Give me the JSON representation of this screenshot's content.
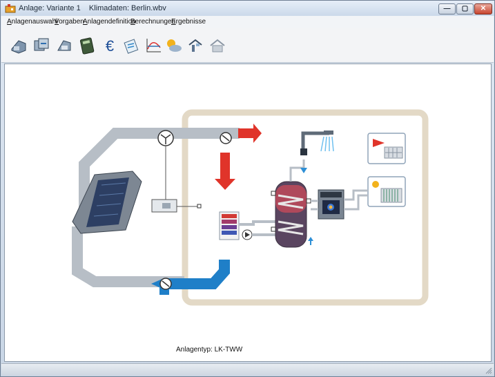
{
  "window": {
    "title": "Anlage: Variante 1    Klimadaten: Berlin.wbv",
    "min_label": "—",
    "max_label": "▢",
    "close_label": "✕"
  },
  "menu": {
    "items": [
      {
        "underline": "A",
        "rest": "nlagenauswahl"
      },
      {
        "underline": "V",
        "rest": "orgaben"
      },
      {
        "underline": "A",
        "rest": "nlagendefinition"
      },
      {
        "underline": "B",
        "rest": "erechnungen"
      },
      {
        "underline": "E",
        "rest": "rgebnisse"
      }
    ]
  },
  "toolbar": {
    "buttons": [
      {
        "icon": "open-plant-icon"
      },
      {
        "icon": "copy-variant-icon"
      },
      {
        "icon": "save-plant-icon"
      },
      {
        "icon": "calculator-icon"
      },
      {
        "icon": "euro-icon"
      },
      {
        "icon": "note-icon"
      },
      {
        "icon": "chart-icon"
      },
      {
        "icon": "weather-icon"
      },
      {
        "icon": "house-settings-icon"
      },
      {
        "icon": "house-icon"
      }
    ],
    "euro_symbol": "€"
  },
  "canvas": {
    "system_type_label": "Anlagentyp: LK-TWW"
  },
  "colors": {
    "duct": "#b7bec6",
    "supply_air": "#e0342a",
    "exhaust_air": "#1f7fc8",
    "wall": "#e3d9c6",
    "hot_water": "#2d8fd6"
  }
}
